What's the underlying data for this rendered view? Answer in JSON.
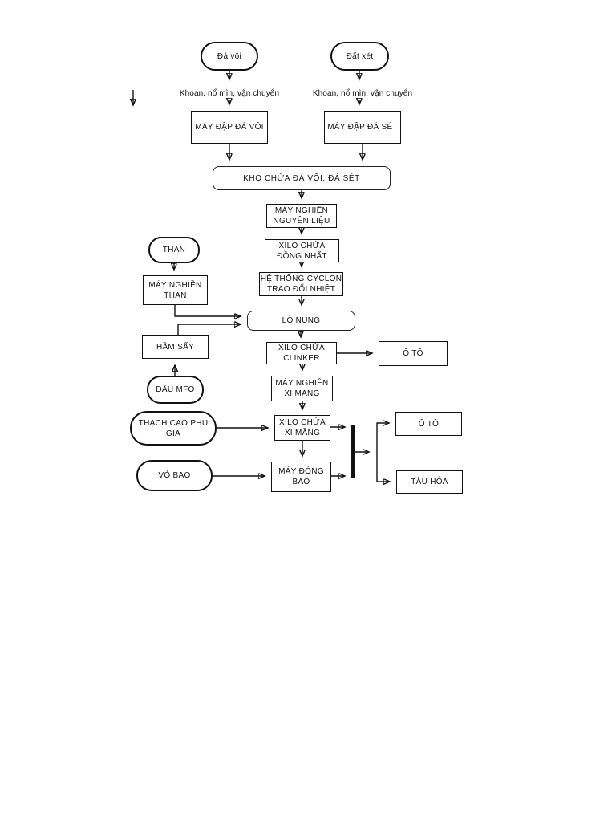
{
  "diagram": {
    "background_color": "#ffffff",
    "line_color": "#111111",
    "nodes": {
      "da_voi": {
        "label": "Đá vôi",
        "shape": "ellipse"
      },
      "dat_xet": {
        "label": "Đất xét",
        "shape": "ellipse"
      },
      "khoan_left": {
        "label": "Khoan, nổ mìn, vận chuyển",
        "shape": "text"
      },
      "khoan_right": {
        "label": "Khoan, nổ mìn, vận chuyển",
        "shape": "text"
      },
      "may_dap_da_voi": {
        "label": "MÁY ĐẬP ĐÁ VÔI",
        "shape": "rect"
      },
      "may_dap_da_set": {
        "label": "MÁY ĐẬP ĐÁ SÉT",
        "shape": "rect"
      },
      "kho_chua": {
        "label": "KHO CHỨA ĐÁ VÔI, ĐÁ SÉT",
        "shape": "rounded"
      },
      "may_nghien_nguyen_lieu": {
        "label": "MÁY NGHIỀN\nNGUYÊN LIỆU",
        "shape": "rect"
      },
      "xilo_dong_nhat": {
        "label": "XILO CHỨA\nĐỒNG NHẤT",
        "shape": "rect"
      },
      "he_thong_cyclon": {
        "label": "HỆ THỐNG CYCLON\nTRAO ĐỔI NHIỆT",
        "shape": "rect"
      },
      "lo_nung": {
        "label": "LÒ NUNG",
        "shape": "rounded"
      },
      "than": {
        "label": "THAN",
        "shape": "ellipse"
      },
      "may_nghien_than": {
        "label": "MÁY NGHIỀN\nTHAN",
        "shape": "rect"
      },
      "ham_say": {
        "label": "HẦM SẤY",
        "shape": "rect"
      },
      "dau_mfo": {
        "label": "DẦU MFO",
        "shape": "ellipse"
      },
      "xilo_clinker": {
        "label": "XILO CHỨA\nCLINKER",
        "shape": "rect"
      },
      "o_to_1": {
        "label": "Ô TÔ",
        "shape": "rect"
      },
      "may_nghien_xi_mang": {
        "label": "MÁY NGHIỀN\nXI MĂNG",
        "shape": "rect"
      },
      "thach_cao": {
        "label": "THẠCH CAO PHỤ\nGIA",
        "shape": "ellipse"
      },
      "xilo_xi_mang": {
        "label": "XILO CHỨA\nXI MĂNG",
        "shape": "rect"
      },
      "vo_bao": {
        "label": "VỎ BAO",
        "shape": "ellipse"
      },
      "may_dong_bao": {
        "label": "MÁY ĐÓNG\nBAO",
        "shape": "rect"
      },
      "o_to_2": {
        "label": "Ô TÔ",
        "shape": "rect"
      },
      "tau_hoa": {
        "label": "TÀU HỎA",
        "shape": "rect"
      }
    },
    "edges": [
      [
        "da_voi",
        "khoan_left"
      ],
      [
        "khoan_left",
        "may_dap_da_voi"
      ],
      [
        "dat_xet",
        "khoan_right"
      ],
      [
        "khoan_right",
        "may_dap_da_set"
      ],
      [
        "may_dap_da_voi",
        "kho_chua"
      ],
      [
        "may_dap_da_set",
        "kho_chua"
      ],
      [
        "kho_chua",
        "may_nghien_nguyen_lieu"
      ],
      [
        "may_nghien_nguyen_lieu",
        "xilo_dong_nhat"
      ],
      [
        "xilo_dong_nhat",
        "he_thong_cyclon"
      ],
      [
        "he_thong_cyclon",
        "lo_nung"
      ],
      [
        "than",
        "may_nghien_than"
      ],
      [
        "may_nghien_than",
        "lo_nung"
      ],
      [
        "ham_say",
        "lo_nung"
      ],
      [
        "dau_mfo",
        "ham_say"
      ],
      [
        "lo_nung",
        "xilo_clinker"
      ],
      [
        "xilo_clinker",
        "o_to_1"
      ],
      [
        "xilo_clinker",
        "may_nghien_xi_mang"
      ],
      [
        "may_nghien_xi_mang",
        "xilo_xi_mang"
      ],
      [
        "thach_cao",
        "xilo_xi_mang"
      ],
      [
        "xilo_xi_mang",
        "may_dong_bao"
      ],
      [
        "vo_bao",
        "may_dong_bao"
      ],
      [
        "xilo_xi_mang",
        "collector"
      ],
      [
        "may_dong_bao",
        "collector"
      ],
      [
        "collector",
        "o_to_2"
      ],
      [
        "collector",
        "tau_hoa"
      ]
    ]
  }
}
